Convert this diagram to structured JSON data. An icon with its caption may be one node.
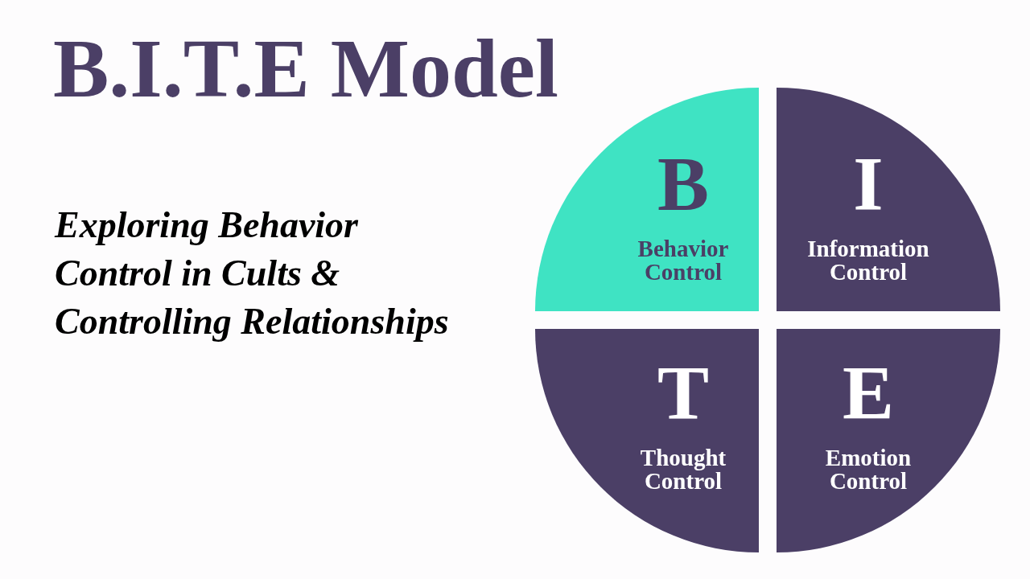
{
  "diagram": {
    "title": "B.I.T.E Model",
    "nodes": [
      {
        "text": [
          "B",
          "Behavior Control"
        ]
      },
      {
        "text": [
          "I",
          "Information Control"
        ]
      },
      {
        "text": [
          "T",
          "Thought Control"
        ]
      },
      {
        "text": [
          "E",
          "Emotion Control"
        ]
      }
    ],
    "edges": [],
    "labels": [
      "Exploring Behavior Control in Cults & Controlling Relationships"
    ]
  }
}
